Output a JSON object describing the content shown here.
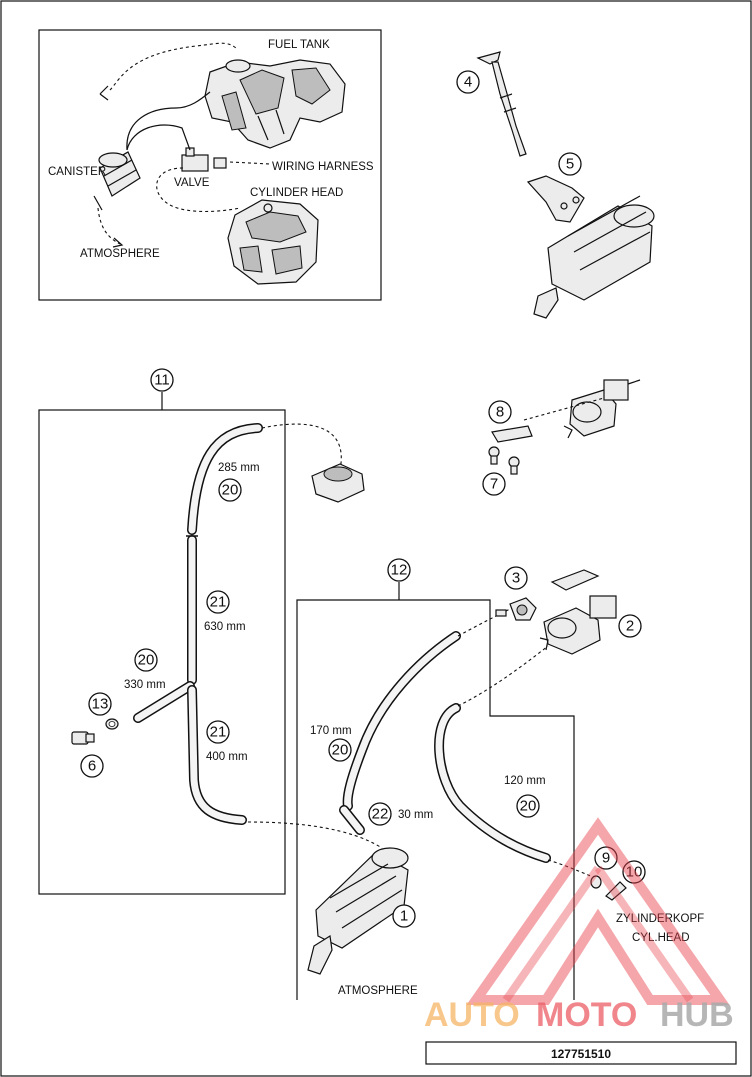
{
  "inset": {
    "fuel_tank": "FUEL TANK",
    "canister": "CANISTER",
    "valve": "VALVE",
    "wiring_harness": "WIRING HARNESS",
    "cylinder_head": "CYLINDER HEAD",
    "atmosphere": "ATMOSPHERE"
  },
  "callouts": {
    "c1": "1",
    "c2": "2",
    "c3": "3",
    "c4": "4",
    "c5": "5",
    "c6": "6",
    "c7": "7",
    "c8": "8",
    "c9": "9",
    "c10": "10",
    "c11": "11",
    "c12": "12",
    "c13": "13",
    "c20a": "20",
    "c20b": "20",
    "c20c": "20",
    "c20d": "20",
    "c21a": "21",
    "c21b": "21",
    "c22": "22"
  },
  "lengths": {
    "l285": "285 mm",
    "l630": "630 mm",
    "l330": "330 mm",
    "l400": "400 mm",
    "l170": "170 mm",
    "l30": "30 mm",
    "l120": "120 mm"
  },
  "labels": {
    "atmosphere": "ATMOSPHERE",
    "zylinderkopf": "ZYLINDERKOPF",
    "cyl_head": "CYL.HEAD"
  },
  "watermark": {
    "auto": "AUTO",
    "moto": "MOTO",
    "hub": "HUB",
    "accent_red": "#e8404a",
    "accent_orange": "#f4a84a",
    "gray": "#9a9a9a"
  },
  "footer": {
    "part_number": "127751510"
  }
}
